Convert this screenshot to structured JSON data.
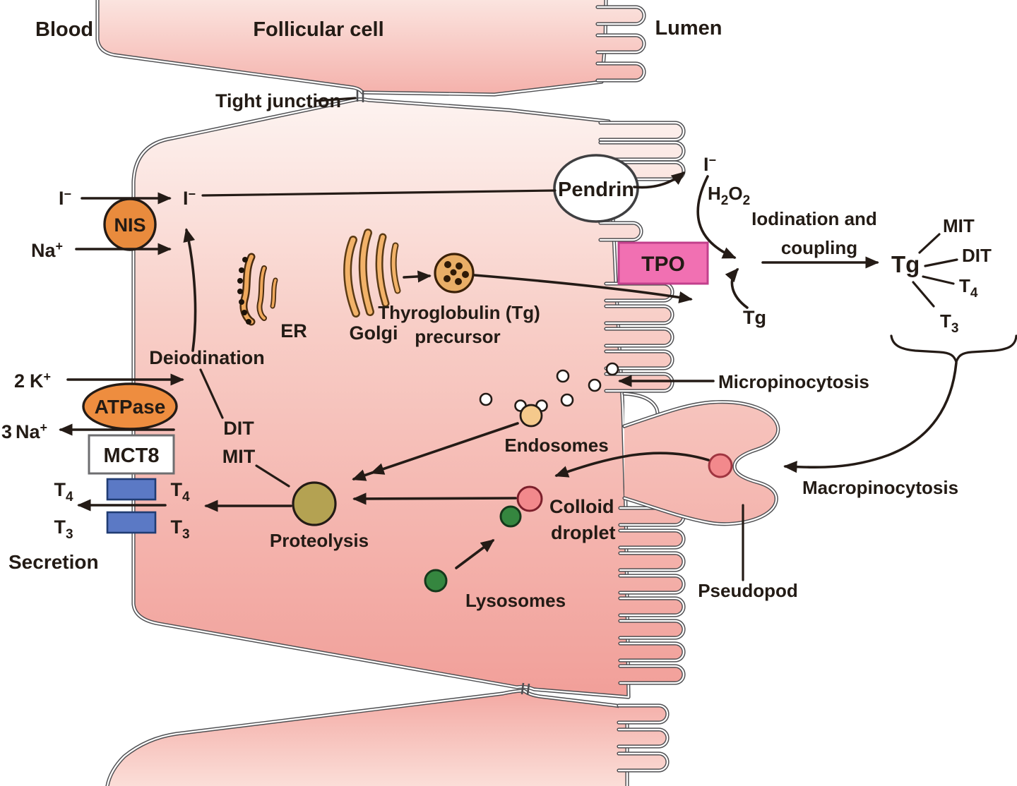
{
  "regions": {
    "blood": "Blood",
    "follicular": "Follicular cell",
    "lumen": "Lumen"
  },
  "junction": {
    "tight": "Tight junction"
  },
  "transporters": {
    "nis": "NIS",
    "pendrin": "Pendrin",
    "atpase": "ATPase",
    "mct8": "MCT8",
    "tpo": "TPO"
  },
  "ions": {
    "iodide": {
      "base": "I",
      "sup": "−"
    },
    "sodium": {
      "base": "Na",
      "sup": "+"
    },
    "potassium_2": {
      "coeff": "2",
      "base": "K",
      "sup": "+"
    },
    "sodium_3": {
      "coeff": "3",
      "base": "Na",
      "sup": "+"
    },
    "h2o2": {
      "h": "H",
      "h_sub": "2",
      "o": "O",
      "o_sub": "2"
    }
  },
  "hormones": {
    "tg": "Tg",
    "mit": "MIT",
    "dit": "DIT",
    "t4": {
      "base": "T",
      "sub": "4"
    },
    "t3": {
      "base": "T",
      "sub": "3"
    }
  },
  "organelles": {
    "er": "ER",
    "golgi": "Golgi",
    "tg_precursor": [
      "Thyroglobulin (Tg)",
      "precursor"
    ],
    "endosomes": "Endosomes",
    "lysosomes": "Lysosomes",
    "colloid_droplet": [
      "Colloid",
      "droplet"
    ],
    "pseudopod": "Pseudopod"
  },
  "processes": {
    "iodination": [
      "Iodination and",
      "coupling"
    ],
    "micropinocytosis": "Micropinocytosis",
    "macropinocytosis": "Macropinocytosis",
    "deiodination": "Deiodination",
    "proteolysis": "Proteolysis",
    "secretion": "Secretion"
  },
  "colors": {
    "membrane_gray": "#4f4f52",
    "ink": "#241b16",
    "cell_light": "#fdf2ef",
    "cell_deep": "#f19e98",
    "nis_fill": "#e98b3d",
    "atpase_fill": "#ee8d3f",
    "tpo_fill": "#f170b2",
    "tpo_stroke": "#c2408c",
    "tpo_text": "#55123a",
    "channel_blue": "#5b79c5",
    "proteolysis_fill": "#b4a252",
    "endosome_fill": "#f5c98c",
    "colloid_fill": "#f2898c",
    "lysosome_fill": "#35863f",
    "vesicle_fill": "#e9ae67",
    "organelle_orange": "#efa85c",
    "white": "#ffffff"
  }
}
